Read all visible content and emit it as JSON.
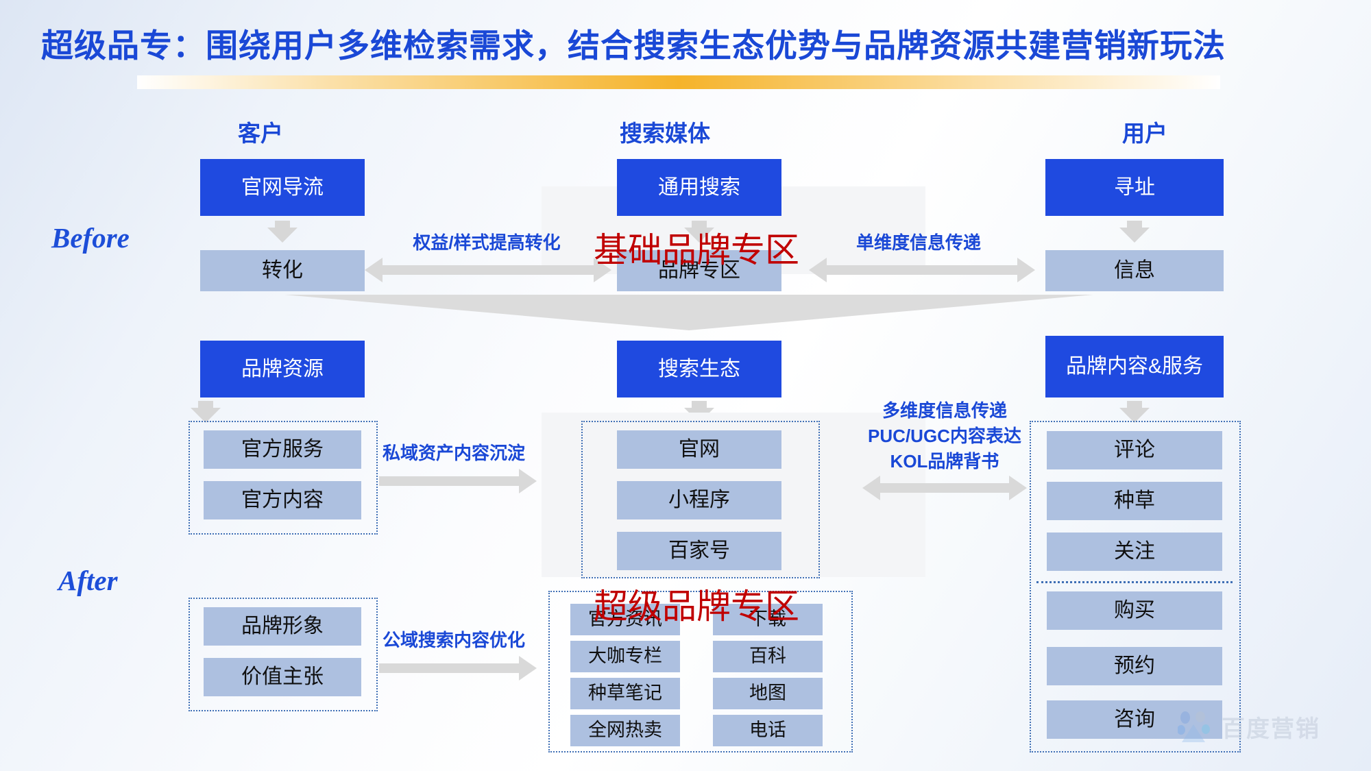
{
  "slide": {
    "title": "超级品专：围绕用户多维检索需求，结合搜索生态优势与品牌资源共建营销新玩法",
    "accent_blue": "#1a48d6",
    "accent_gold": "#f5b32a",
    "box_blue": "#1f4ae0",
    "box_lavender": "#adc0e0",
    "note_red": "#c00000"
  },
  "columns": {
    "customer": "客户",
    "media": "搜索媒体",
    "user": "用户"
  },
  "stages": {
    "before": "Before",
    "after": "After"
  },
  "before": {
    "customer": {
      "top": "官网导流",
      "bottom": "转化"
    },
    "media": {
      "top": "通用搜索",
      "bottom": "品牌专区"
    },
    "user": {
      "top": "寻址",
      "bottom": "信息"
    },
    "left_arrow_caption": "权益/样式提高转化",
    "right_arrow_caption": "单维度信息传递",
    "red_note": "基础品牌专区"
  },
  "after": {
    "brand_resource": {
      "header": "品牌资源",
      "items": [
        "官方服务",
        "官方内容"
      ]
    },
    "brand_image": {
      "items": [
        "品牌形象",
        "价值主张"
      ]
    },
    "search_eco": {
      "header": "搜索生态",
      "group_top": [
        "官网",
        "小程序",
        "百家号"
      ],
      "group_bottom_left": [
        "官方资讯",
        "大咖专栏",
        "种草笔记",
        "全网热卖"
      ],
      "group_bottom_right": [
        "下载",
        "百科",
        "地图",
        "电话"
      ],
      "red_note": "超级品牌专区"
    },
    "brand_content": {
      "header": "品牌内容&服务",
      "items_top": [
        "评论",
        "种草",
        "关注"
      ],
      "items_bottom": [
        "购买",
        "预约",
        "咨询"
      ]
    },
    "arrow_private": "私域资产内容沉淀",
    "arrow_public": "公域搜索内容优化",
    "arrow_right_caption": [
      "多维度信息传递",
      "PUC/UGC内容表达",
      "KOL品牌背书"
    ]
  },
  "watermark": {
    "text": "百度营销",
    "logo_icon": "baidu-paw-icon"
  }
}
